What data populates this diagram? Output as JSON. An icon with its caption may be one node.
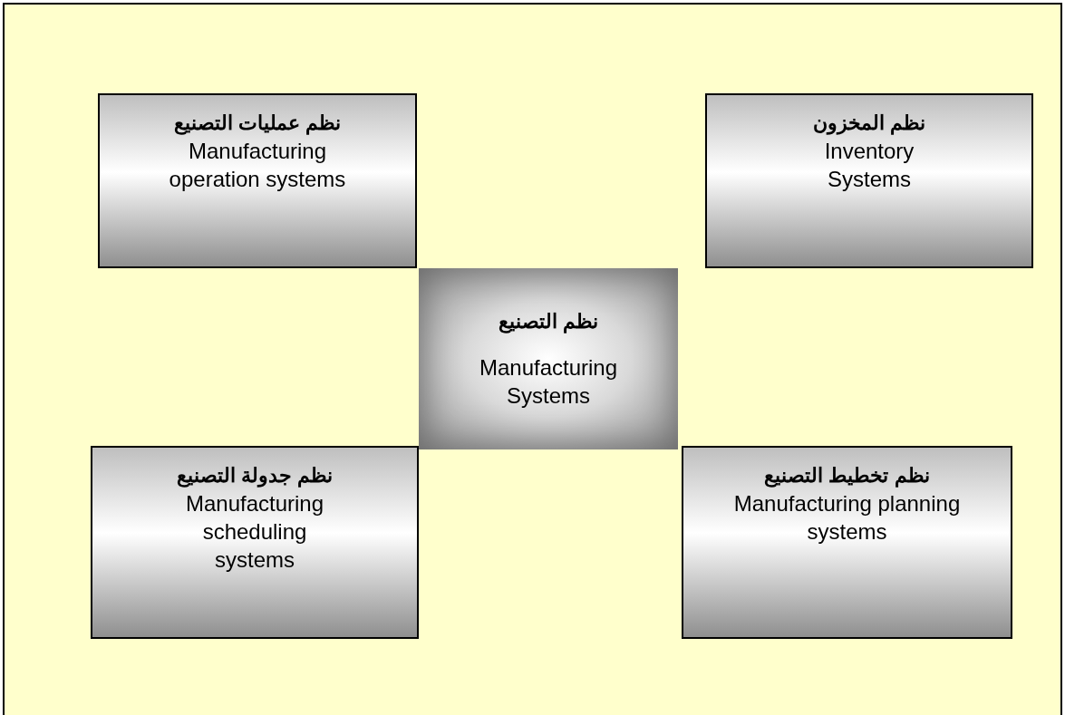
{
  "diagram": {
    "nodes": [
      {
        "text": [
          "نظم عمليات التصنيع",
          "Manufacturing operation systems"
        ]
      },
      {
        "text": [
          "نظم المخزون",
          "Inventory Systems"
        ]
      },
      {
        "text": [
          "نظم التصنيع",
          "Manufacturing Systems"
        ]
      },
      {
        "text": [
          "نظم جدولة التصنيع",
          "Manufacturing scheduling systems"
        ]
      },
      {
        "text": [
          "نظم تخطيط التصنيع",
          "Manufacturing planning systems"
        ]
      }
    ]
  }
}
